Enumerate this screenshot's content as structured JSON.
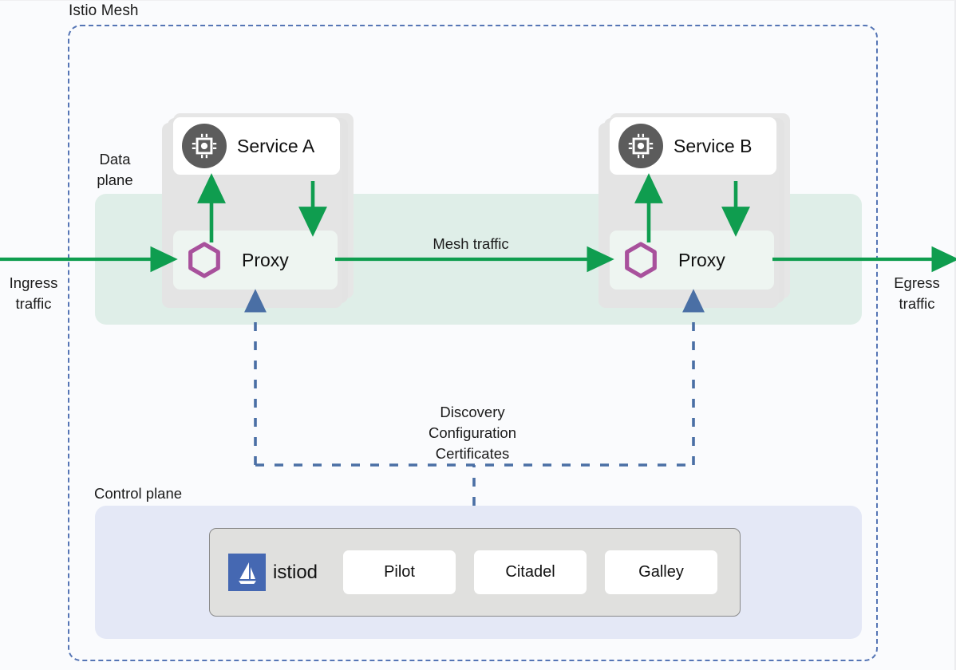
{
  "diagram": {
    "mesh_title": "Istio Mesh",
    "data_plane_label": "Data\nplane",
    "control_plane_label": "Control plane"
  },
  "traffic": {
    "ingress_label": "Ingress\ntraffic",
    "egress_label": "Egress\ntraffic",
    "mesh_label": "Mesh traffic",
    "discovery_label": "Discovery\nConfiguration\nCertificates"
  },
  "pods": [
    {
      "id": "pod-a",
      "service_name": "Service A",
      "service_icon": "chip-icon",
      "proxy_name": "Proxy",
      "proxy_icon": "hexagon-icon"
    },
    {
      "id": "pod-b",
      "service_name": "Service B",
      "service_icon": "chip-icon",
      "proxy_name": "Proxy",
      "proxy_icon": "hexagon-icon"
    }
  ],
  "control_plane": {
    "brand_name": "istiod",
    "brand_icon": "istio-sailboat-logo",
    "components": [
      {
        "label": "Pilot"
      },
      {
        "label": "Citadel"
      },
      {
        "label": "Galley"
      }
    ]
  },
  "colors": {
    "traffic_green": "#0f9d4f",
    "control_blue": "#4a6fa5",
    "mesh_border_blue": "#5575b5",
    "proxy_hex_purple": "#a8519c",
    "data_plane_band": "#dfeee8",
    "control_plane_band": "#e4e8f6",
    "pod_gray": "#e4e4e4",
    "service_icon_gray": "#5c5c5c",
    "istiod_logo_blue": "#4568b2",
    "istiod_panel_gray": "#e0e0de"
  }
}
